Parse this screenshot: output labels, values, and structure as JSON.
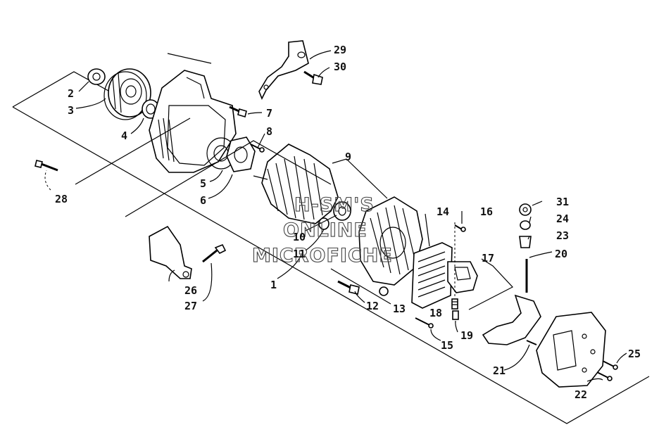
{
  "watermark": {
    "line1": "H-SM'S",
    "line2": "ONLINE",
    "line3": "MICROFICHE"
  },
  "callouts": [
    {
      "id": "1",
      "text": "1"
    },
    {
      "id": "2",
      "text": "2"
    },
    {
      "id": "3",
      "text": "3"
    },
    {
      "id": "4",
      "text": "4"
    },
    {
      "id": "5",
      "text": "5"
    },
    {
      "id": "6",
      "text": "6"
    },
    {
      "id": "7",
      "text": "7"
    },
    {
      "id": "8",
      "text": "8"
    },
    {
      "id": "9",
      "text": "9"
    },
    {
      "id": "10",
      "text": "10"
    },
    {
      "id": "11",
      "text": "11"
    },
    {
      "id": "12",
      "text": "12"
    },
    {
      "id": "13",
      "text": "13"
    },
    {
      "id": "14",
      "text": "14"
    },
    {
      "id": "15",
      "text": "15"
    },
    {
      "id": "16",
      "text": "16"
    },
    {
      "id": "17",
      "text": "17"
    },
    {
      "id": "18",
      "text": "18"
    },
    {
      "id": "19",
      "text": "19"
    },
    {
      "id": "20",
      "text": "20"
    },
    {
      "id": "21",
      "text": "21"
    },
    {
      "id": "22",
      "text": "22"
    },
    {
      "id": "23",
      "text": "23"
    },
    {
      "id": "24",
      "text": "24"
    },
    {
      "id": "25",
      "text": "25"
    },
    {
      "id": "26",
      "text": "26"
    },
    {
      "id": "27",
      "text": "27"
    },
    {
      "id": "28",
      "text": "28"
    },
    {
      "id": "29",
      "text": "29"
    },
    {
      "id": "30",
      "text": "30"
    },
    {
      "id": "31",
      "text": "31"
    }
  ]
}
